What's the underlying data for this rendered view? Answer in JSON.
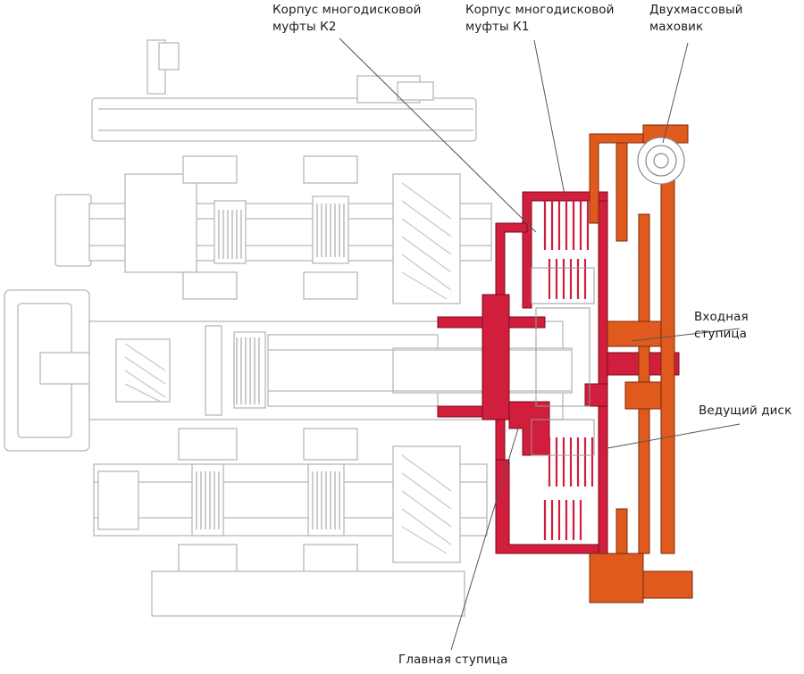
{
  "labels": {
    "k2_housing": "Корпус многодисковой\nмуфты К2",
    "k1_housing": "Корпус многодисковой\nмуфты К1",
    "dual_mass_flywheel": "Двухмассовый\nмаховик",
    "input_hub": "Входная ступица",
    "drive_plate": "Ведущий диск",
    "main_hub": "Главная ступица"
  },
  "colors": {
    "background": "#ffffff",
    "transmission_lines": "#b8b8b8",
    "clutch_red": "#d01e3c",
    "flywheel_orange": "#e05a1e",
    "leader_line": "#555555"
  }
}
